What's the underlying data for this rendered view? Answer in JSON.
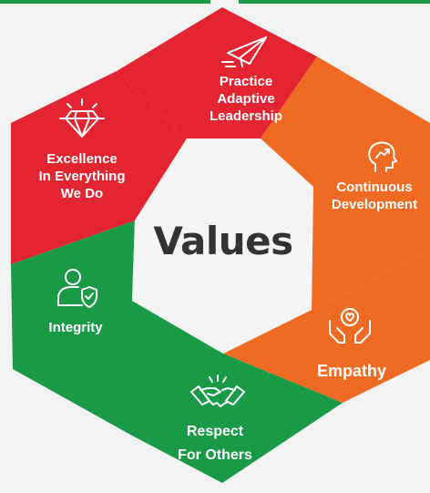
{
  "title": "Values",
  "colors": {
    "red": "#e22530",
    "orange": "#ef6a22",
    "green": "#1a9a46",
    "center": "#f4f4f4",
    "title": "#333333"
  },
  "segments": [
    {
      "id": "practice",
      "label": "Practice\nAdaptive\nLeadership",
      "color": "red",
      "icon": "paper-plane-icon"
    },
    {
      "id": "continuous",
      "label": "Continuous\nDevelopment",
      "color": "orange",
      "icon": "head-growth-icon"
    },
    {
      "id": "empathy",
      "label": "Empathy",
      "color": "orange",
      "icon": "hands-heart-icon"
    },
    {
      "id": "respect",
      "label": "Respect\nFor Others",
      "color": "green",
      "icon": "handshake-icon"
    },
    {
      "id": "integrity",
      "label": "Integrity",
      "color": "green",
      "icon": "user-shield-icon"
    },
    {
      "id": "excellence",
      "label": "Excellence\nIn Everything\nWe Do",
      "color": "red",
      "icon": "diamond-icon"
    }
  ]
}
